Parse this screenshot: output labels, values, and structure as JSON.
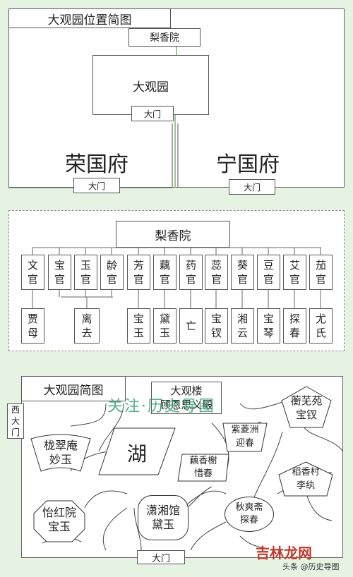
{
  "panel1": {
    "title": "大观园位置简图",
    "lixiang": "梨香院",
    "daguanyuan": "大观园",
    "gate_dg": "大门",
    "rongguofu": "荣国府",
    "gate_rg": "大门",
    "ningguofu": "宁国府",
    "gate_ng": "大门"
  },
  "panel2": {
    "title": "梨香院",
    "actors": [
      "文\n官",
      "宝\n官",
      "玉\n官",
      "龄\n官",
      "芳\n官",
      "藕\n官",
      "药\n官",
      "蕊\n官",
      "葵\n官",
      "豆\n官",
      "艾\n官",
      "茄\n官"
    ],
    "owners": [
      "贾\n母",
      "离\n去",
      "宝\n玉",
      "黛\n玉",
      "亡",
      "宝\n钗",
      "湘\n云",
      "宝\n琴",
      "探\n春",
      "尤\n氏"
    ]
  },
  "panel3": {
    "title": "大观园简图",
    "daguanlou_line1": "大观楼",
    "daguanlou_line2": "顾恩思义殿",
    "xidamen": "西\n大门",
    "hengwu": "蘅芜苑\n宝钗",
    "zilingzhou": "紫菱洲\n迎春",
    "longcui": "栊翠庵\n妙玉",
    "hu": "湖",
    "ouxiang": "藕香榭\n惜春",
    "daoxiang": "稻香村\n李纨",
    "yihong": "怡红院\n宝玉",
    "xiaoxiang": "潇湘馆\n黛玉",
    "qiushuang": "秋爽斋\n探春",
    "damen": "大门"
  },
  "watermark": {
    "text": "关注·历史导图",
    "brand": "吉林龙网",
    "credit": "头条 @历史导图"
  }
}
